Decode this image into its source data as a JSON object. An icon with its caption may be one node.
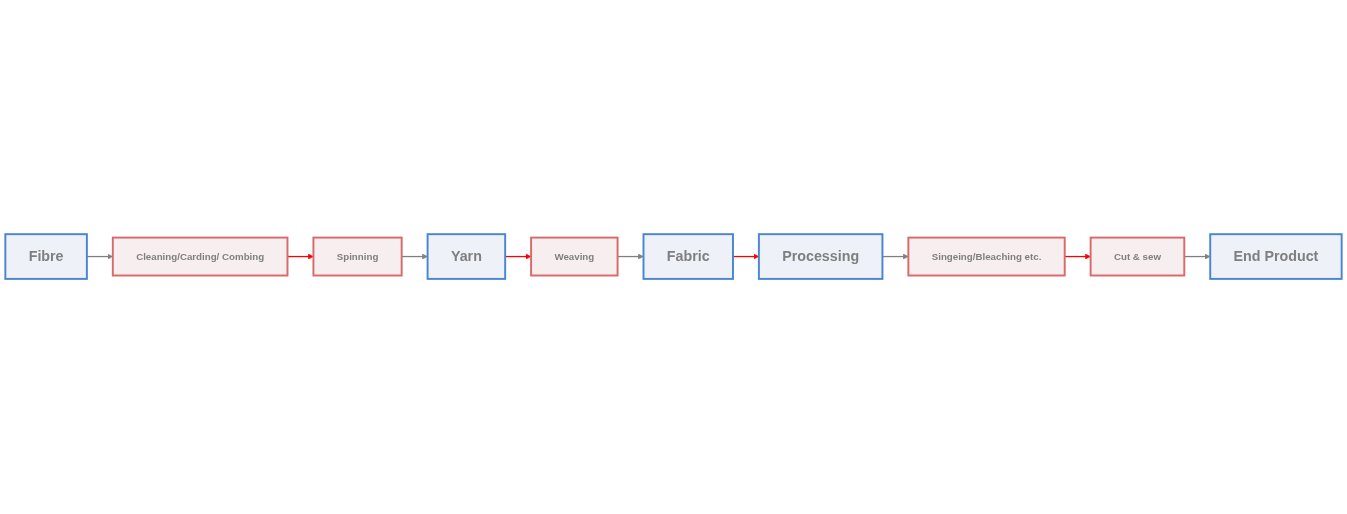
{
  "diagram": {
    "nodes": [
      {
        "text": [
          "Fibre"
        ]
      },
      {
        "text": [
          "Yarn"
        ]
      },
      {
        "text": [
          "Fabric"
        ]
      },
      {
        "text": [
          "Processing"
        ]
      },
      {
        "text": [
          "End Product"
        ]
      },
      {
        "text": [
          "Cleaning/Carding/ Combing"
        ]
      },
      {
        "text": [
          "Spinning"
        ]
      },
      {
        "text": [
          "Weaving"
        ]
      },
      {
        "text": [
          "Singeing/Bleaching etc."
        ]
      },
      {
        "text": [
          "Cut & sew"
        ]
      }
    ],
    "edges": [
      {
        "from": 0,
        "to": 5,
        "arrow": "to"
      },
      {
        "from": 5,
        "to": 6,
        "arrow": "to",
        "color": "#ff0000"
      },
      {
        "from": 6,
        "to": 1,
        "arrow": "to"
      },
      {
        "from": 1,
        "to": 7,
        "arrow": "to",
        "color": "#ff0000"
      },
      {
        "from": 7,
        "to": 2,
        "arrow": "to"
      },
      {
        "from": 2,
        "to": 3,
        "arrow": "to",
        "color": "#ff0000"
      },
      {
        "from": 3,
        "to": 8,
        "arrow": "to"
      },
      {
        "from": 8,
        "to": 9,
        "arrow": "to",
        "color": "#ff0000"
      },
      {
        "from": 9,
        "to": 4,
        "arrow": "to"
      }
    ]
  }
}
